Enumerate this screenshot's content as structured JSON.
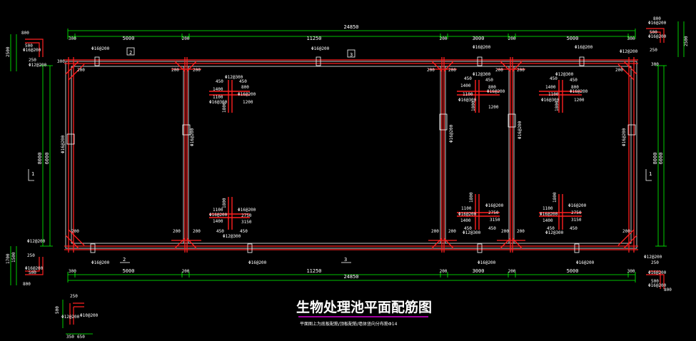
{
  "drawing": {
    "title": "生物处理池平面配筋图",
    "note": "平面图上为底板配筋/顶板配筋/墙体竖向分布筋Φ14"
  },
  "dimensions": {
    "top_total": "24850",
    "bottom_total": "24850",
    "top_segments": [
      "300",
      "5000",
      "200",
      "11250",
      "200",
      "3000",
      "200",
      "5000",
      "300"
    ],
    "bottom_segments": [
      "300",
      "5000",
      "200",
      "11250",
      "200",
      "3000",
      "200",
      "5000",
      "300"
    ],
    "left_height": "8000",
    "left_height_inner": "6000",
    "right_height": "8000",
    "right_height_inner": "6000",
    "wall_200": "200",
    "top_left_block": [
      "800",
      "500",
      "250",
      "2500",
      "300"
    ],
    "top_right_block": [
      "800",
      "500",
      "250",
      "2500",
      "300"
    ],
    "bottom_left_block": [
      "1700",
      "1500",
      "250",
      "800",
      "500"
    ],
    "bottom_right_block": [
      "250",
      "800",
      "500"
    ],
    "detail_block": [
      "350",
      "650",
      "500",
      "250"
    ]
  },
  "rebar_labels": {
    "r12_200": "Φ12@200",
    "r16_200": "Φ16@200",
    "r12_300": "Φ12@300",
    "r16_300": "Φ16@300",
    "r10_200": "Φ10@200"
  },
  "clusters": {
    "c1": [
      "450",
      "450",
      "1400",
      "800",
      "1100",
      "1800",
      "1200"
    ],
    "c2": [
      "1100",
      "1800",
      "1400",
      "2750",
      "3150",
      "450",
      "450"
    ],
    "c3": [
      "450",
      "450",
      "1400",
      "800",
      "1100",
      "1800",
      "1200"
    ],
    "c4": [
      "1800",
      "2750",
      "1400",
      "3150",
      "450",
      "450",
      "1100"
    ],
    "c5": [
      "450",
      "450",
      "1400",
      "800",
      "1100",
      "1800",
      "1200"
    ],
    "c6": [
      "1800",
      "2750",
      "1400",
      "3150",
      "450",
      "450",
      "1100"
    ]
  },
  "section_marks": [
    "1",
    "1",
    "2",
    "2",
    "3",
    "3"
  ],
  "colors": {
    "background": "#000000",
    "rebar": "#ff2020",
    "dimension": "#00ff00",
    "wall": "#c0c0c0",
    "text": "#ffffff",
    "title_underline": "#ff00ff"
  }
}
